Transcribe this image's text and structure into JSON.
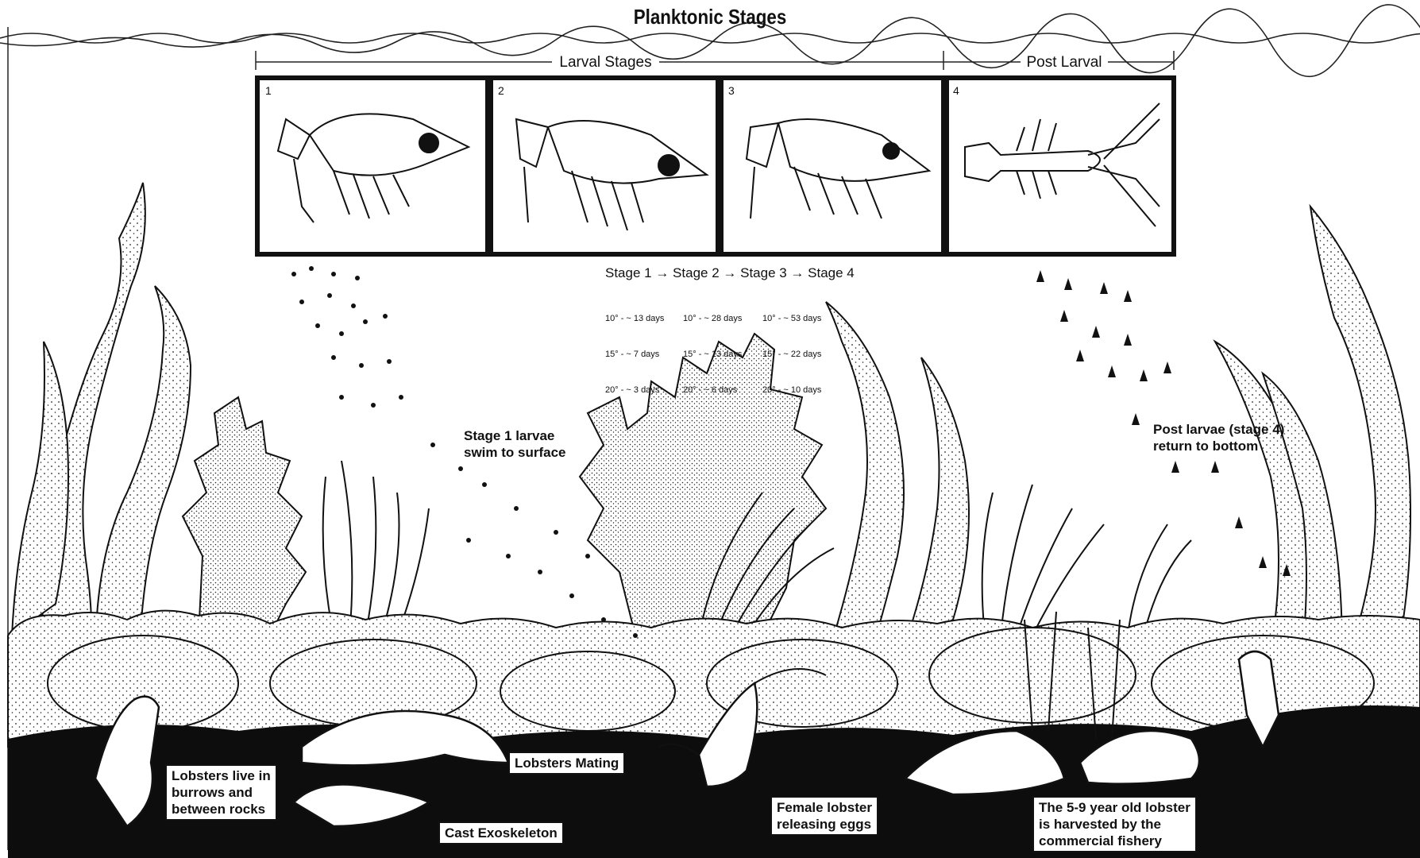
{
  "title": "Planktonic Stages",
  "larval_header": "Larval Stages",
  "post_larval_header": "Post Larval",
  "stages": [
    {
      "number": "1"
    },
    {
      "number": "2"
    },
    {
      "number": "3"
    },
    {
      "number": "4"
    }
  ],
  "stage_sequence": "Stage 1 → Stage 2 → Stage 3 → Stage 4",
  "temperature_columns": [
    {
      "lines": [
        "10° - ~ 13 days",
        "15° - ~ 7 days",
        "20° - ~ 3 days"
      ]
    },
    {
      "lines": [
        "10° - ~ 28 days",
        "15° - ~ 13 days",
        "20° - ~ 6 days"
      ]
    },
    {
      "lines": [
        "10° - ~ 53 days",
        "15° - ~ 22 days",
        "20° - ~ 10 days"
      ]
    }
  ],
  "annotations": {
    "larvae_swim": [
      "Stage 1 larvae",
      "swim to surface"
    ],
    "post_larvae": [
      "Post larvae (stage 4)",
      "return to bottom"
    ],
    "burrows": [
      "Lobsters live in",
      "burrows and",
      "between rocks"
    ],
    "mating": "Lobsters Mating",
    "exoskeleton": "Cast Exoskeleton",
    "female": [
      "Female lobster",
      "releasing eggs"
    ],
    "harvest": [
      "The 5-9 year old lobster",
      "is harvested by the",
      "commercial fishery"
    ]
  },
  "colors": {
    "ink": "#111111",
    "paper": "#ffffff",
    "seabed": "#0d0d0d"
  }
}
